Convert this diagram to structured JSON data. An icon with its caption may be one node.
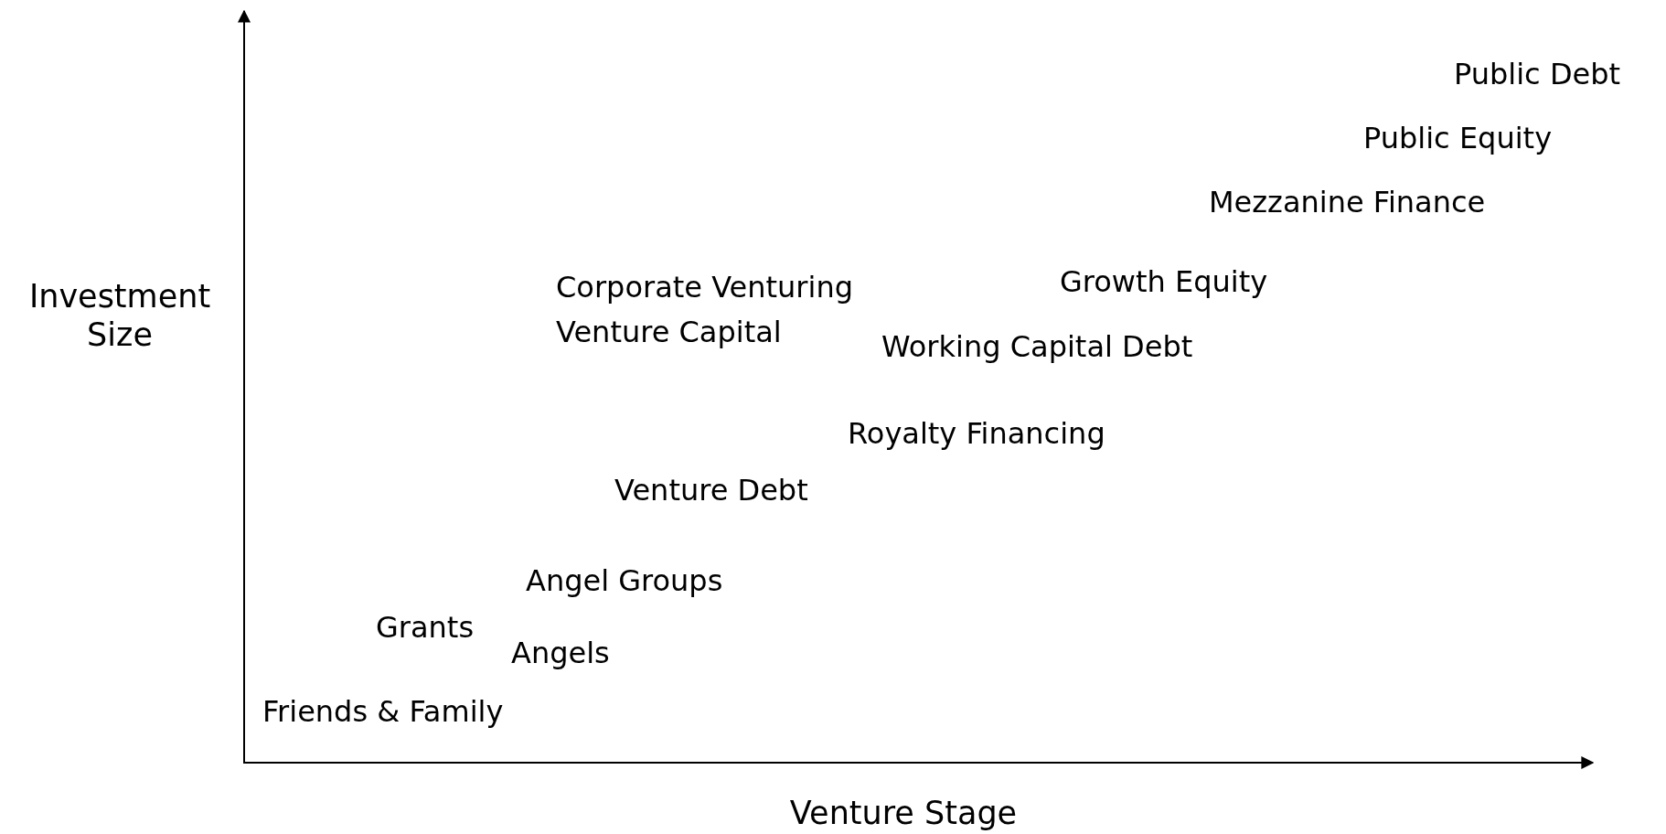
{
  "diagram": {
    "labels": [
      "Public Debt",
      "Public Equity",
      "Mezzanine Finance",
      "Investment Size",
      "Corporate Venturing",
      "Growth Equity",
      "Venture Capital",
      "Working Capital Debt",
      "Royalty Financing",
      "Venture Debt",
      "Angel Groups",
      "Grants",
      "Angels",
      "Friends & Family",
      "Venture Stage"
    ]
  }
}
